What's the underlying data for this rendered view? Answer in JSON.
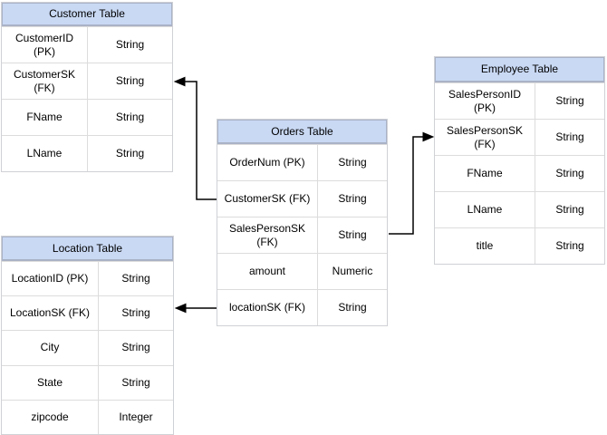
{
  "colors": {
    "background": "#ffffff",
    "header_fill": "#c9d9f4",
    "header_border": "#a9b2c6",
    "grid_border": "#dcdcdc",
    "outer_border": "#cfd1d6",
    "connector": "#000000",
    "text": "#000000"
  },
  "tables": [
    {
      "id": "customer",
      "title": "Customer Table",
      "rows": [
        {
          "field": "CustomerID (PK)",
          "type": "String"
        },
        {
          "field": "CustomerSK\n(FK)",
          "type": "String"
        },
        {
          "field": "FName",
          "type": "String"
        },
        {
          "field": "LName",
          "type": "String"
        }
      ]
    },
    {
      "id": "orders",
      "title": "Orders Table",
      "rows": [
        {
          "field": "OrderNum (PK)",
          "type": "String"
        },
        {
          "field": "CustomerSK (FK)",
          "type": "String"
        },
        {
          "field": "SalesPersonSK\n(FK)",
          "type": "String"
        },
        {
          "field": "amount",
          "type": "Numeric"
        },
        {
          "field": "locationSK (FK)",
          "type": "String"
        }
      ]
    },
    {
      "id": "employee",
      "title": "Employee Table",
      "rows": [
        {
          "field": "SalesPersonID (PK)",
          "type": "String"
        },
        {
          "field": "SalesPersonSK\n(FK)",
          "type": "String"
        },
        {
          "field": "FName",
          "type": "String"
        },
        {
          "field": "LName",
          "type": "String"
        },
        {
          "field": "title",
          "type": "String"
        }
      ]
    },
    {
      "id": "location",
      "title": "Location Table",
      "rows": [
        {
          "field": "LocationID (PK)",
          "type": "String"
        },
        {
          "field": "LocationSK (FK)",
          "type": "String"
        },
        {
          "field": "City",
          "type": "String"
        },
        {
          "field": "State",
          "type": "String"
        },
        {
          "field": "zipcode",
          "type": "Integer"
        }
      ]
    }
  ],
  "relationships": [
    {
      "label": "Orders Table CustomerSK (FK) to Customer Table CustomerSK (FK)"
    },
    {
      "label": "Orders Table SalesPersonSK (FK) to Employee Table SalesPersonSK (FK)"
    },
    {
      "label": "Orders Table locationSK (FK) to Location Table LocationSK (FK)"
    }
  ]
}
